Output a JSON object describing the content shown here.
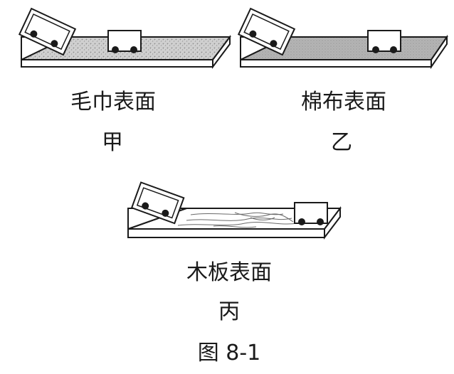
{
  "figure_caption": "图 8-1",
  "panels": [
    {
      "surface_label": "毛巾表面",
      "letter": "甲",
      "surface_type": "towel"
    },
    {
      "surface_label": "棉布表面",
      "letter": "乙",
      "surface_type": "cotton"
    },
    {
      "surface_label": "木板表面",
      "letter": "丙",
      "surface_type": "wood"
    }
  ],
  "colors": {
    "ink": "#1a1a1a",
    "towel_fill": "#c9c9c9",
    "cotton_fill": "#b2b2b2",
    "wood_fill": "#ffffff"
  }
}
